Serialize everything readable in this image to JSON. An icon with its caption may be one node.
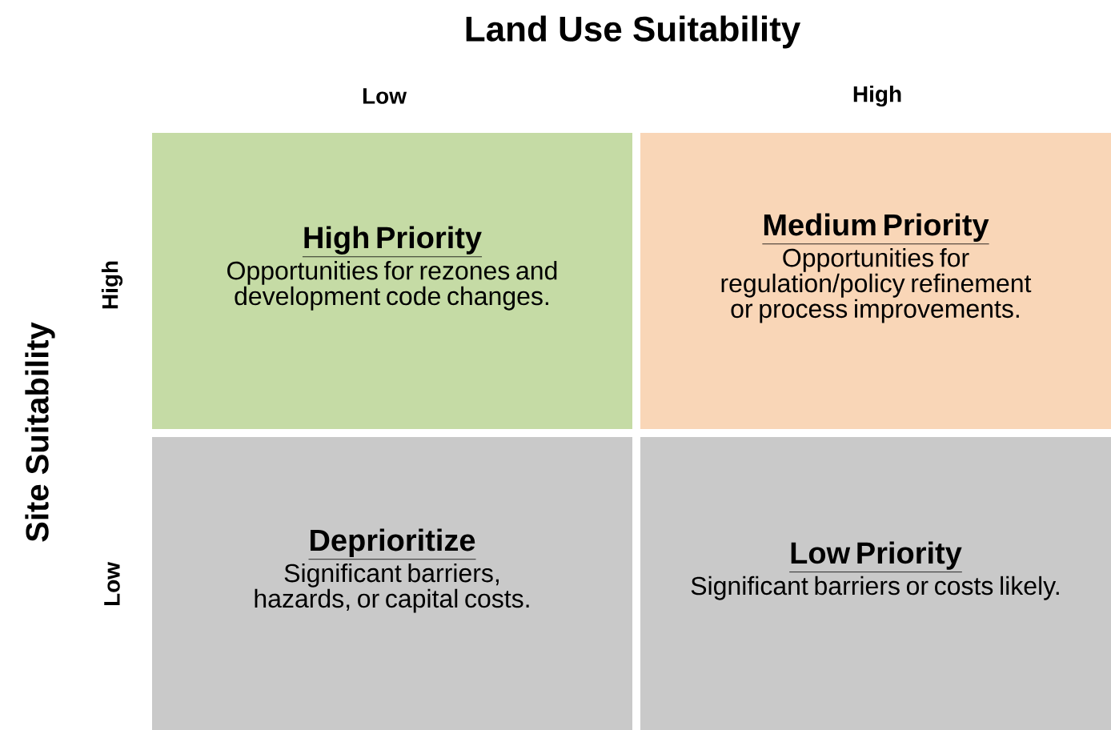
{
  "diagram": {
    "title": "Land Use Suitability",
    "nodes": [
      {
        "text": [
          "High Priority",
          "Opportunities for rezones and development code changes."
        ]
      },
      {
        "text": [
          "Medium Priority",
          "Opportunities for regulation/policy refinement or process improvements."
        ]
      },
      {
        "text": [
          "Deprioritize",
          "Significant barriers, hazards, or capital costs."
        ]
      },
      {
        "text": [
          "Low Priority",
          "Significant barriers or costs likely."
        ]
      }
    ],
    "labels": [
      "Low",
      "High",
      "Site Suitability",
      "High",
      "Low"
    ]
  }
}
